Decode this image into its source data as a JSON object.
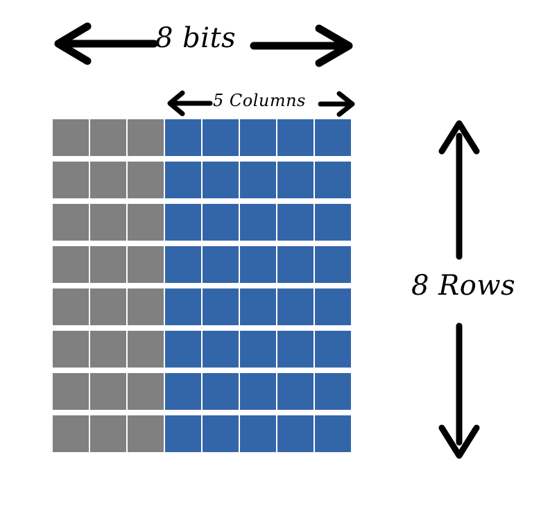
{
  "diagram": {
    "title_top": "8 bits",
    "label_columns": "5 Columns",
    "label_rows": "8 Rows",
    "colors": {
      "gray": "#808080",
      "blue": "#3366a8",
      "arrow": "#000000",
      "background": "#ffffff"
    },
    "grid": {
      "rows": 8,
      "columns": 8,
      "gray_columns": 3,
      "blue_columns": 5,
      "cells": [
        [
          "gray",
          "gray",
          "gray",
          "blue",
          "blue",
          "blue",
          "blue",
          "blue"
        ],
        [
          "gray",
          "gray",
          "gray",
          "blue",
          "blue",
          "blue",
          "blue",
          "blue"
        ],
        [
          "gray",
          "gray",
          "gray",
          "blue",
          "blue",
          "blue",
          "blue",
          "blue"
        ],
        [
          "gray",
          "gray",
          "gray",
          "blue",
          "blue",
          "blue",
          "blue",
          "blue"
        ],
        [
          "gray",
          "gray",
          "gray",
          "blue",
          "blue",
          "blue",
          "blue",
          "blue"
        ],
        [
          "gray",
          "gray",
          "gray",
          "blue",
          "blue",
          "blue",
          "blue",
          "blue"
        ],
        [
          "gray",
          "gray",
          "gray",
          "blue",
          "blue",
          "blue",
          "blue",
          "blue"
        ],
        [
          "gray",
          "gray",
          "gray",
          "blue",
          "blue",
          "blue",
          "blue",
          "blue"
        ]
      ]
    },
    "arrows": {
      "bits_arrow": "double-headed-horizontal-arrow",
      "columns_arrow": "double-headed-horizontal-arrow",
      "rows_arrow_up": "up-arrow",
      "rows_arrow_down": "down-arrow"
    }
  }
}
